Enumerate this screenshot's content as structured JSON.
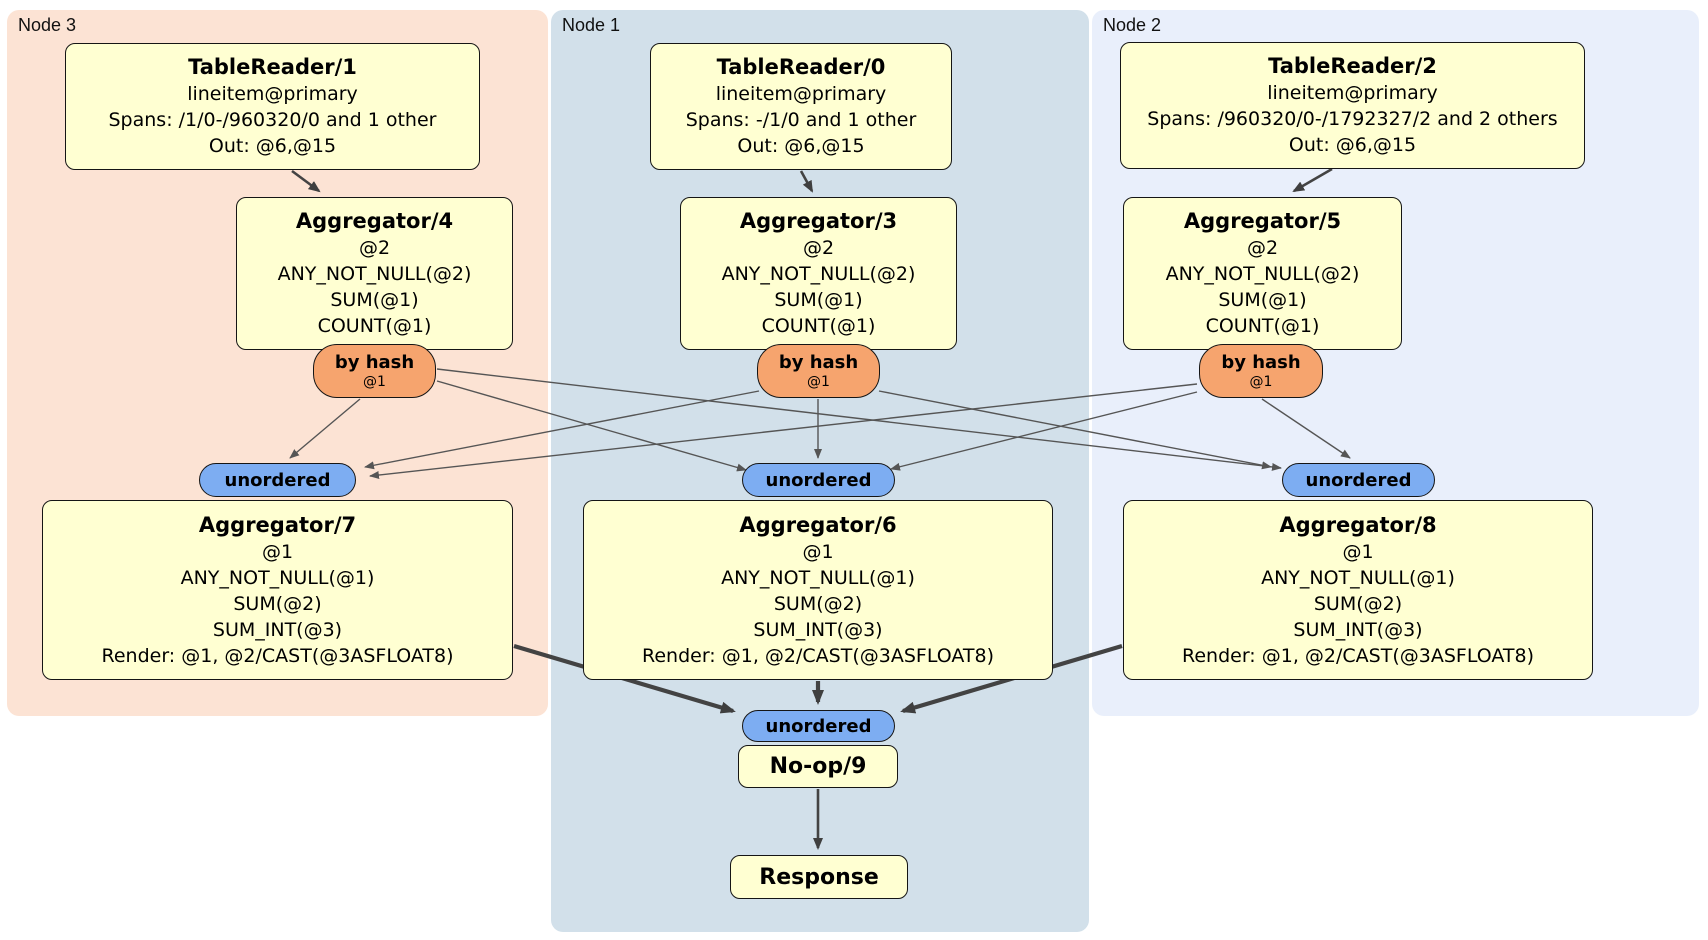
{
  "regions": {
    "node3": {
      "label": "Node 3"
    },
    "node1": {
      "label": "Node 1"
    },
    "node2": {
      "label": "Node 2"
    }
  },
  "boxes": {
    "tr1": {
      "title": "TableReader/1",
      "lines": [
        "lineitem@primary",
        "Spans: /1/0-/960320/0 and 1 other",
        "Out: @6,@15"
      ]
    },
    "tr0": {
      "title": "TableReader/0",
      "lines": [
        "lineitem@primary",
        "Spans: -/1/0 and 1 other",
        "Out: @6,@15"
      ]
    },
    "tr2": {
      "title": "TableReader/2",
      "lines": [
        "lineitem@primary",
        "Spans: /960320/0-/1792327/2 and 2 others",
        "Out: @6,@15"
      ]
    },
    "agg4": {
      "title": "Aggregator/4",
      "lines": [
        "@2",
        "ANY_NOT_NULL(@2)",
        "SUM(@1)",
        "COUNT(@1)"
      ]
    },
    "agg3": {
      "title": "Aggregator/3",
      "lines": [
        "@2",
        "ANY_NOT_NULL(@2)",
        "SUM(@1)",
        "COUNT(@1)"
      ]
    },
    "agg5": {
      "title": "Aggregator/5",
      "lines": [
        "@2",
        "ANY_NOT_NULL(@2)",
        "SUM(@1)",
        "COUNT(@1)"
      ]
    },
    "agg7": {
      "title": "Aggregator/7",
      "lines": [
        "@1",
        "ANY_NOT_NULL(@1)",
        "SUM(@2)",
        "SUM_INT(@3)",
        "Render: @1, @2/CAST(@3ASFLOAT8)"
      ]
    },
    "agg6": {
      "title": "Aggregator/6",
      "lines": [
        "@1",
        "ANY_NOT_NULL(@1)",
        "SUM(@2)",
        "SUM_INT(@3)",
        "Render: @1, @2/CAST(@3ASFLOAT8)"
      ]
    },
    "agg8": {
      "title": "Aggregator/8",
      "lines": [
        "@1",
        "ANY_NOT_NULL(@1)",
        "SUM(@2)",
        "SUM_INT(@3)",
        "Render: @1, @2/CAST(@3ASFLOAT8)"
      ]
    },
    "noop": {
      "title": "No-op/9"
    },
    "response": {
      "title": "Response"
    }
  },
  "routers": {
    "hash4": {
      "label": "by hash",
      "detail": "@1"
    },
    "hash3": {
      "label": "by hash",
      "detail": "@1"
    },
    "hash5": {
      "label": "by hash",
      "detail": "@1"
    }
  },
  "syncs": {
    "sync7": {
      "label": "unordered"
    },
    "sync6": {
      "label": "unordered"
    },
    "sync8": {
      "label": "unordered"
    },
    "syncf": {
      "label": "unordered"
    }
  },
  "edges": [
    {
      "from": "TableReader/1",
      "to": "Aggregator/4"
    },
    {
      "from": "TableReader/0",
      "to": "Aggregator/3"
    },
    {
      "from": "TableReader/2",
      "to": "Aggregator/5"
    },
    {
      "from": "by hash @1 (Aggregator/4)",
      "to": "unordered (Aggregator/7)"
    },
    {
      "from": "by hash @1 (Aggregator/4)",
      "to": "unordered (Aggregator/6)"
    },
    {
      "from": "by hash @1 (Aggregator/4)",
      "to": "unordered (Aggregator/8)"
    },
    {
      "from": "by hash @1 (Aggregator/3)",
      "to": "unordered (Aggregator/7)"
    },
    {
      "from": "by hash @1 (Aggregator/3)",
      "to": "unordered (Aggregator/6)"
    },
    {
      "from": "by hash @1 (Aggregator/3)",
      "to": "unordered (Aggregator/8)"
    },
    {
      "from": "by hash @1 (Aggregator/5)",
      "to": "unordered (Aggregator/7)"
    },
    {
      "from": "by hash @1 (Aggregator/5)",
      "to": "unordered (Aggregator/6)"
    },
    {
      "from": "by hash @1 (Aggregator/5)",
      "to": "unordered (Aggregator/8)"
    },
    {
      "from": "Aggregator/7",
      "to": "unordered (No-op/9)"
    },
    {
      "from": "Aggregator/6",
      "to": "unordered (No-op/9)"
    },
    {
      "from": "Aggregator/8",
      "to": "unordered (No-op/9)"
    },
    {
      "from": "No-op/9",
      "to": "Response"
    }
  ],
  "colors": {
    "region_node3": "#fce3d4",
    "region_node1": "#d2e0ea",
    "region_node2": "#e9effb",
    "node_fill": "#ffffd2",
    "router_fill": "#f6a46e",
    "sync_fill": "#7dadf2",
    "edge": "#555555"
  }
}
